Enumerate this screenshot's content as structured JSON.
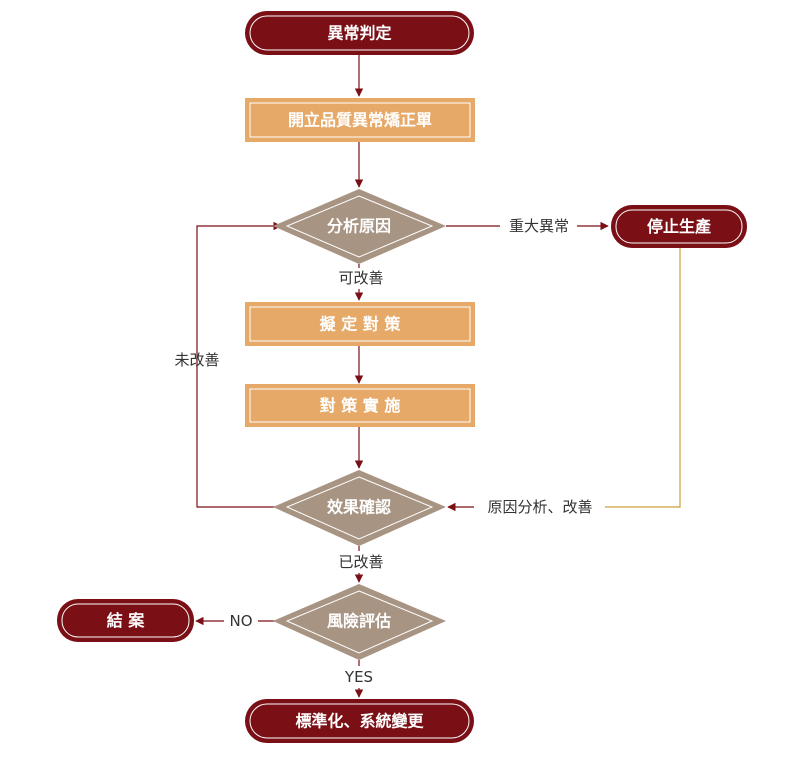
{
  "nodes": {
    "abnormal_judgment": "異常判定",
    "open_sheet": "開立品質異常矯正單",
    "analyze_cause": "分析原因",
    "stop_production": "停止生產",
    "plan_countermeasure": "擬 定 對 策",
    "implement_countermeasure": "對 策 實 施",
    "effect_confirm": "效果確認",
    "risk_assess": "風險評估",
    "close_case": "結 案",
    "standardize": "標準化、系統變更"
  },
  "labels": {
    "major_abnormal": "重大異常",
    "can_improve": "可改善",
    "not_improved": "未改善",
    "cause_analysis_improve": "原因分析、改善",
    "improved": "已改善",
    "no": "NO",
    "yes": "YES"
  },
  "colors": {
    "pill_fill": "#7a0f16",
    "box_fill": "#e6a968",
    "diamond_fill": "#a89482",
    "line": "#7a0f16",
    "return_line": "#c9a23a"
  }
}
